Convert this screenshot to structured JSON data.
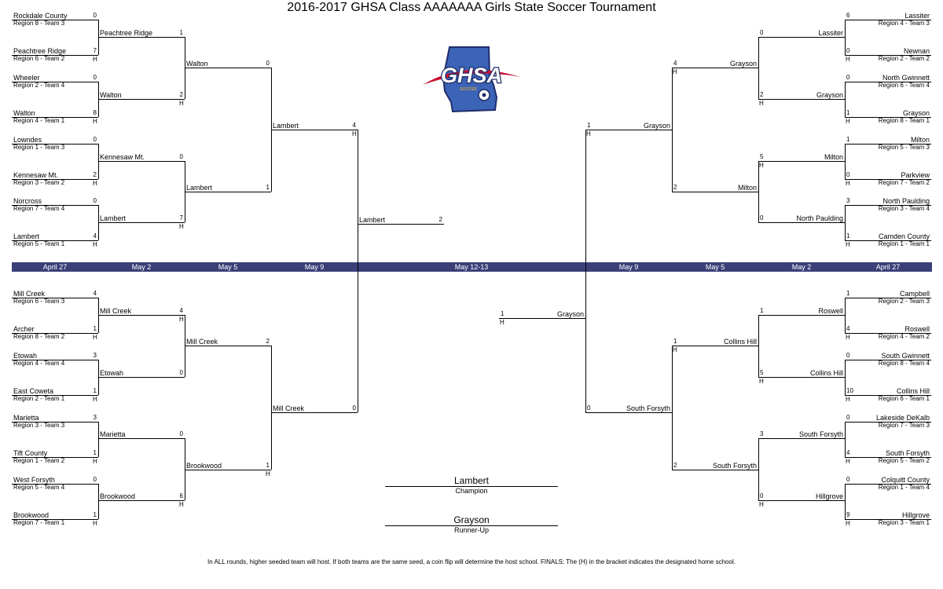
{
  "title": "2016-2017 GHSA Class AAAAAAA Girls State Soccer Tournament",
  "logo": {
    "text": "GHSA",
    "subtext": "SOCCER",
    "colors": {
      "navy": "#1f2d6a",
      "red": "#c8102e",
      "state": "#3b63b6",
      "gold": "#c5a24a"
    }
  },
  "dates": [
    "April 27",
    "May 2",
    "May 5",
    "May 9",
    "May 12-13",
    "May 9",
    "May 5",
    "May 2",
    "April 27"
  ],
  "left_top": {
    "r1": [
      {
        "name": "Rockdale County",
        "seed": "Region 8 - Team 3",
        "score": "0",
        "home": ""
      },
      {
        "name": "Peachtree Ridge",
        "seed": "Region 6 - Team 2",
        "score": "7",
        "home": "H"
      },
      {
        "name": "Wheeler",
        "seed": "Region 2 - Team 4",
        "score": "0",
        "home": ""
      },
      {
        "name": "Walton",
        "seed": "Region 4 - Team 1",
        "score": "8",
        "home": "H"
      },
      {
        "name": "Lowndes",
        "seed": "Region 1 - Team 3",
        "score": "0",
        "home": ""
      },
      {
        "name": "Kennesaw Mt.",
        "seed": "Region 3 - Team 2",
        "score": "2",
        "home": "H"
      },
      {
        "name": "Norcross",
        "seed": "Region 7 - Team 4",
        "score": "0",
        "home": ""
      },
      {
        "name": "Lambert",
        "seed": "Region 5 - Team 1",
        "score": "4",
        "home": "H"
      }
    ],
    "r2": [
      {
        "name": "Peachtree Ridge",
        "score": "1",
        "home": ""
      },
      {
        "name": "Walton",
        "score": "2",
        "home": "H"
      },
      {
        "name": "Kennesaw Mt.",
        "score": "0",
        "home": ""
      },
      {
        "name": "Lambert",
        "score": "7",
        "home": "H"
      }
    ],
    "r3": [
      {
        "name": "Walton",
        "score": "0",
        "home": ""
      },
      {
        "name": "Lambert",
        "score": "1",
        "home": ""
      }
    ],
    "r4": {
      "name": "Lambert",
      "score": "4",
      "home": "H"
    }
  },
  "left_bottom": {
    "r1": [
      {
        "name": "Mill Creek",
        "seed": "Region 6 - Team 3",
        "score": "4",
        "home": ""
      },
      {
        "name": "Archer",
        "seed": "Region 8 - Team 2",
        "score": "1",
        "home": "H"
      },
      {
        "name": "Etowah",
        "seed": "Region 4 - Team 4",
        "score": "3",
        "home": ""
      },
      {
        "name": "East Coweta",
        "seed": "Region 2 - Team 1",
        "score": "1",
        "home": "H"
      },
      {
        "name": "Marietta",
        "seed": "Region 3 - Team 3",
        "score": "3",
        "home": ""
      },
      {
        "name": "Tift County",
        "seed": "Region 1 - Team 2",
        "score": "1",
        "home": "H"
      },
      {
        "name": "West Forsyth",
        "seed": "Region 5 - Team 4",
        "score": "0",
        "home": ""
      },
      {
        "name": "Brookwood",
        "seed": "Region 7 - Team 1",
        "score": "1",
        "home": "H"
      }
    ],
    "r2": [
      {
        "name": "Mill Creek",
        "score": "4",
        "home": "H"
      },
      {
        "name": "Etowah",
        "score": "0",
        "home": ""
      },
      {
        "name": "Marietta",
        "score": "0",
        "home": ""
      },
      {
        "name": "Brookwood",
        "score": "6",
        "home": "H"
      }
    ],
    "r3": [
      {
        "name": "Mill Creek",
        "score": "2",
        "home": ""
      },
      {
        "name": "Brookwood",
        "score": "1",
        "home": "H"
      }
    ],
    "r4": {
      "name": "Mill Creek",
      "score": "0",
      "home": ""
    }
  },
  "right_top": {
    "r1": [
      {
        "name": "Lassiter",
        "seed": "Region 4 - Team 3",
        "score": "6",
        "home": ""
      },
      {
        "name": "Newnan",
        "seed": "Region 2 - Team 2",
        "score": "0",
        "home": "H"
      },
      {
        "name": "North Gwinnett",
        "seed": "Region 6 - Team 4",
        "score": "0",
        "home": ""
      },
      {
        "name": "Grayson",
        "seed": "Region 8 - Team 1",
        "score": "1",
        "home": "H"
      },
      {
        "name": "Milton",
        "seed": "Region 5 - Team 3",
        "score": "1",
        "home": ""
      },
      {
        "name": "Parkview",
        "seed": "Region 7 - Team 2",
        "score": "0",
        "home": "H"
      },
      {
        "name": "North Paulding",
        "seed": "Region 3 - Team 4",
        "score": "3",
        "home": ""
      },
      {
        "name": "Camden County",
        "seed": "Region 1 - Team 1",
        "score": "1",
        "home": "H"
      }
    ],
    "r2": [
      {
        "name": "Lassiter",
        "score": "0",
        "home": ""
      },
      {
        "name": "Grayson",
        "score": "2",
        "home": "H"
      },
      {
        "name": "Milton",
        "score": "5",
        "home": "H"
      },
      {
        "name": "North Paulding",
        "score": "0",
        "home": ""
      }
    ],
    "r3": [
      {
        "name": "Grayson",
        "score": "4",
        "home": "H"
      },
      {
        "name": "Milton",
        "score": "2",
        "home": ""
      }
    ],
    "r4": {
      "name": "Grayson",
      "score": "1",
      "home": "H"
    }
  },
  "right_bottom": {
    "r1": [
      {
        "name": "Campbell",
        "seed": "Region 2 - Team 3",
        "score": "1",
        "home": ""
      },
      {
        "name": "Roswell",
        "seed": "Region 4 - Team 2",
        "score": "4",
        "home": "H"
      },
      {
        "name": "South Gwinnett",
        "seed": "Region 8 - Team 4",
        "score": "0",
        "home": ""
      },
      {
        "name": "Collins Hill",
        "seed": "Region 6 - Team 1",
        "score": "10",
        "home": "H"
      },
      {
        "name": "Lakeside DeKalb",
        "seed": "Region 7 - Team 3",
        "score": "0",
        "home": ""
      },
      {
        "name": "South Forsyth",
        "seed": "Region 5 - Team 2",
        "score": "4",
        "home": "H"
      },
      {
        "name": "Colquitt County",
        "seed": "Region 1 - Team 4",
        "score": "0",
        "home": ""
      },
      {
        "name": "Hillgrove",
        "seed": "Region 3 - Team 1",
        "score": "9",
        "home": "H"
      }
    ],
    "r2": [
      {
        "name": "Roswell",
        "score": "1",
        "home": ""
      },
      {
        "name": "Collins Hill",
        "score": "5",
        "home": "H"
      },
      {
        "name": "South Forsyth",
        "score": "3",
        "home": ""
      },
      {
        "name": "Hillgrove",
        "score": "0",
        "home": "H"
      }
    ],
    "r3": [
      {
        "name": "Collins Hill",
        "score": "1",
        "home": "H"
      },
      {
        "name": "South Forsyth",
        "score": "2",
        "home": ""
      }
    ],
    "r4": {
      "name": "South Forsyth",
      "score": "0",
      "home": ""
    }
  },
  "final": {
    "left": {
      "name": "Lambert",
      "score": "2"
    },
    "right": {
      "name": "Grayson",
      "score": "1",
      "home": "H"
    }
  },
  "champion": {
    "name": "Lambert",
    "label": "Champion"
  },
  "runner_up": {
    "name": "Grayson",
    "label": "Runner-Up"
  },
  "footnote": "In ALL rounds, higher seeded team will host. If both teams are the same seed, a coin flip will determine the host school. FINALS: The (H) in the bracket indicates the designated home school."
}
